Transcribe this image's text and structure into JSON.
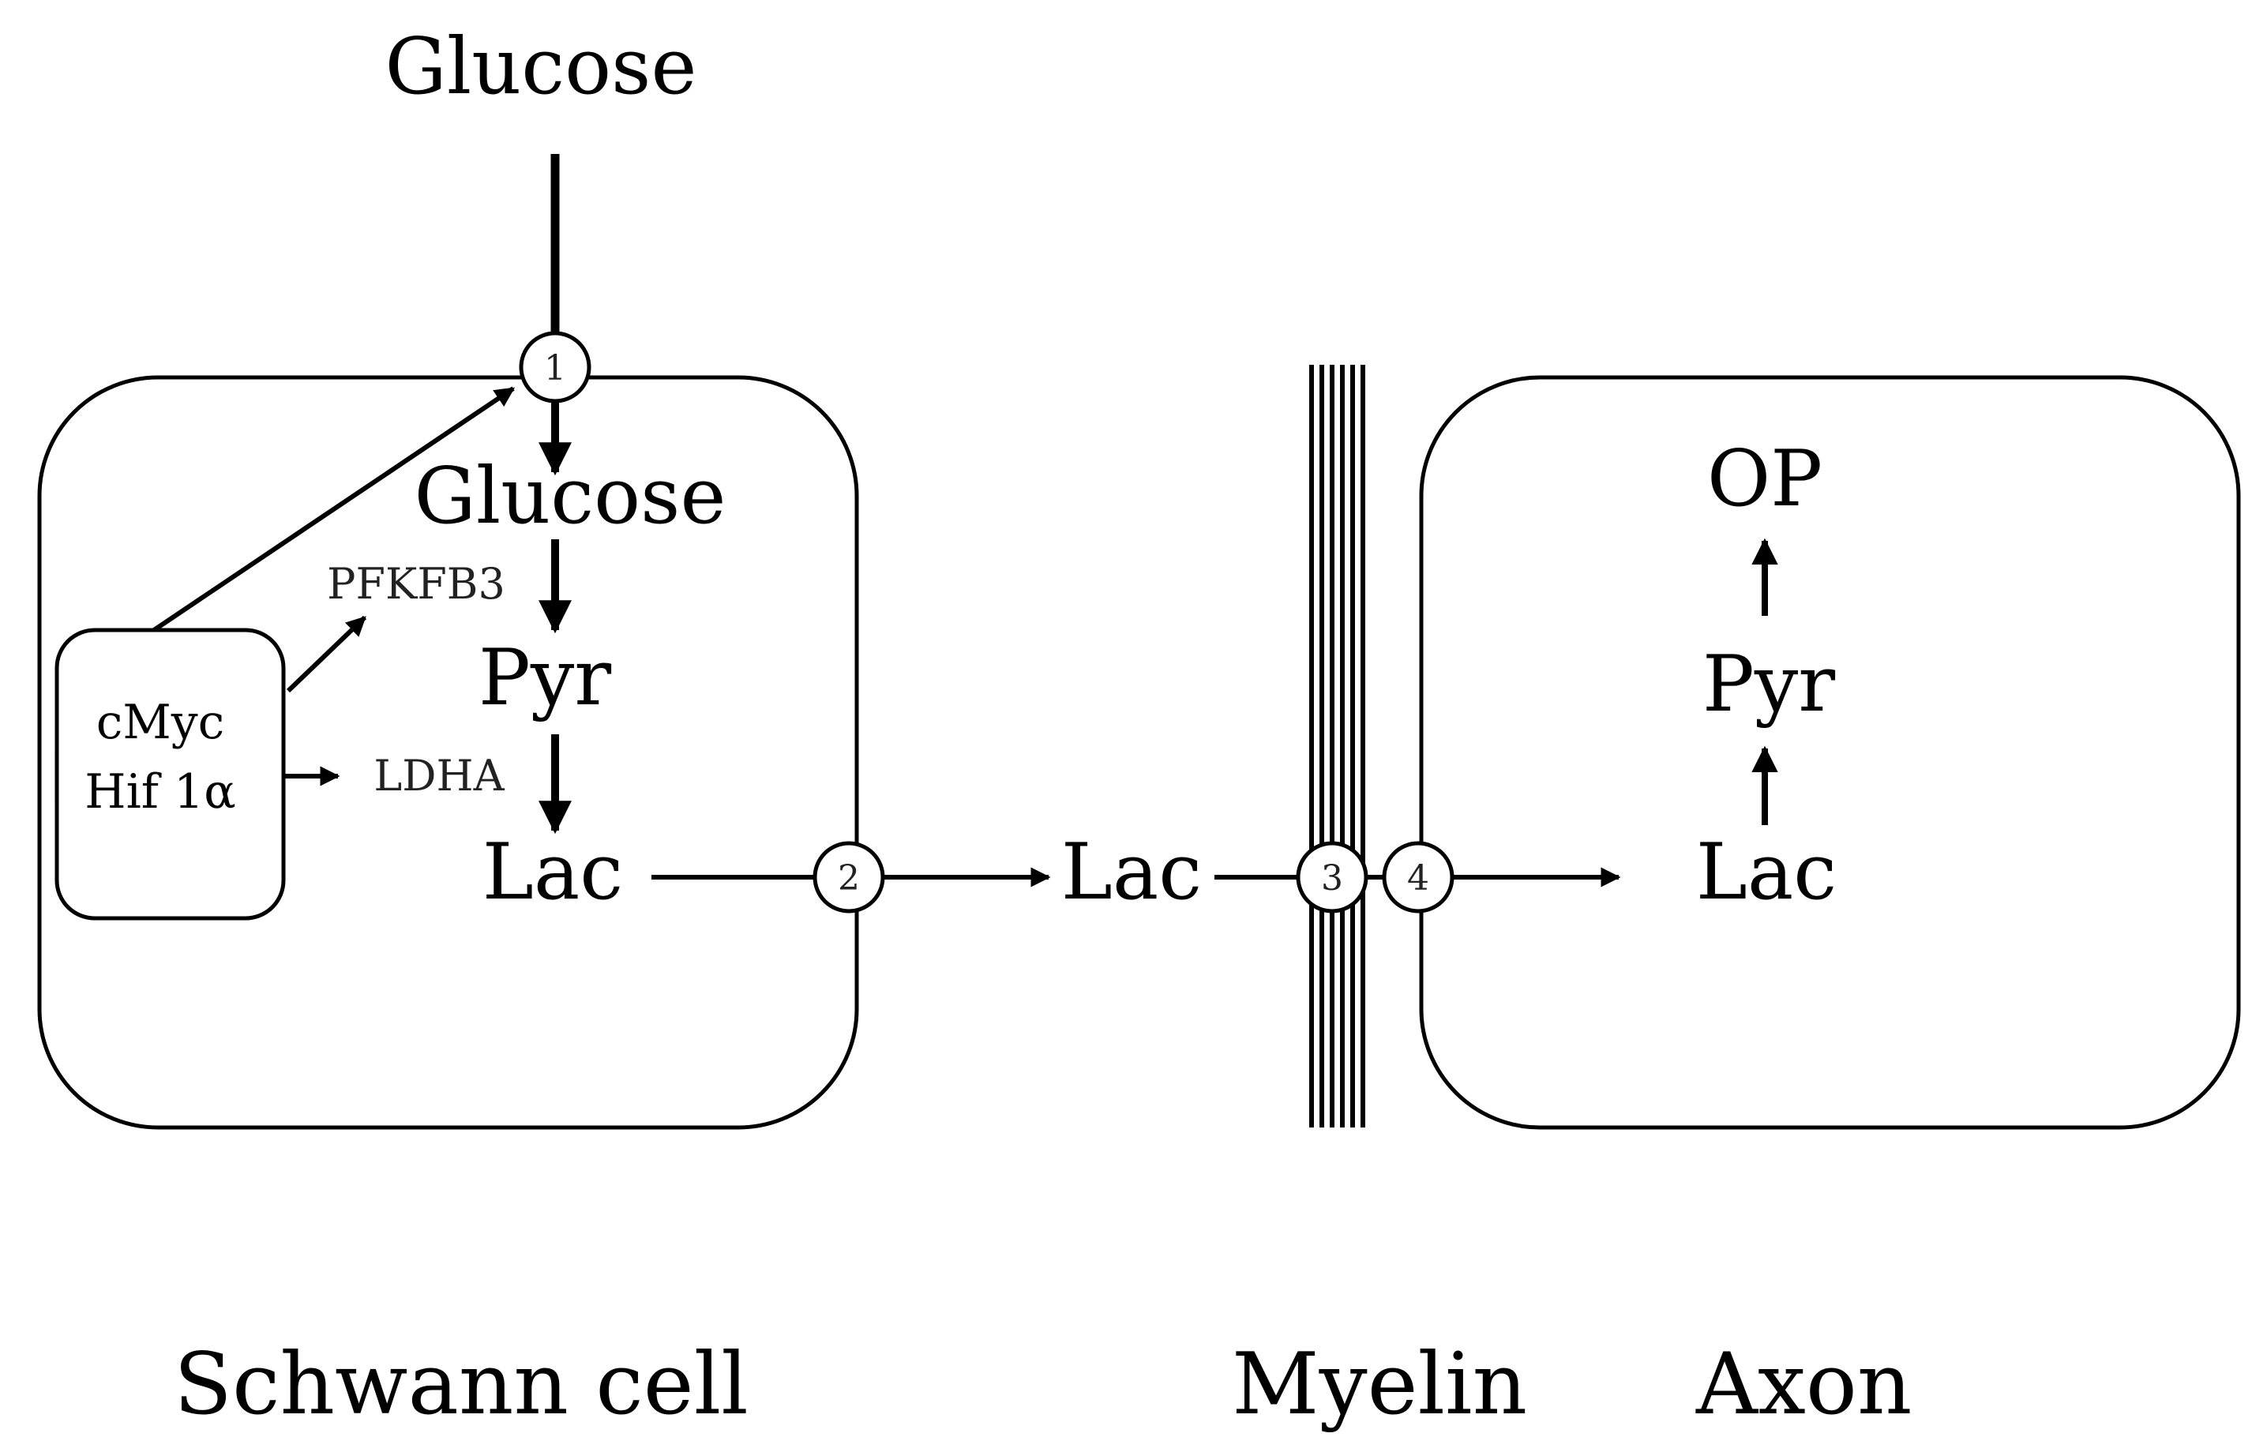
{
  "labels": {
    "glucose_outside": "Glucose",
    "glucose_inside": "Glucose",
    "pyr_schwann": "Pyr",
    "lac_schwann": "Lac",
    "lac_extracellular": "Lac",
    "lac_axon": "Lac",
    "pyr_axon": "Pyr",
    "op_axon": "OP",
    "pfkfb3": "PFKFB3",
    "ldha": "LDHA",
    "cmyc": "cMyc",
    "hif": "Hif 1α"
  },
  "transporters": [
    "1",
    "2",
    "3",
    "4"
  ],
  "footer": {
    "schwann": "Schwann cell",
    "myelin": "Myelin",
    "axon": "Axon"
  }
}
